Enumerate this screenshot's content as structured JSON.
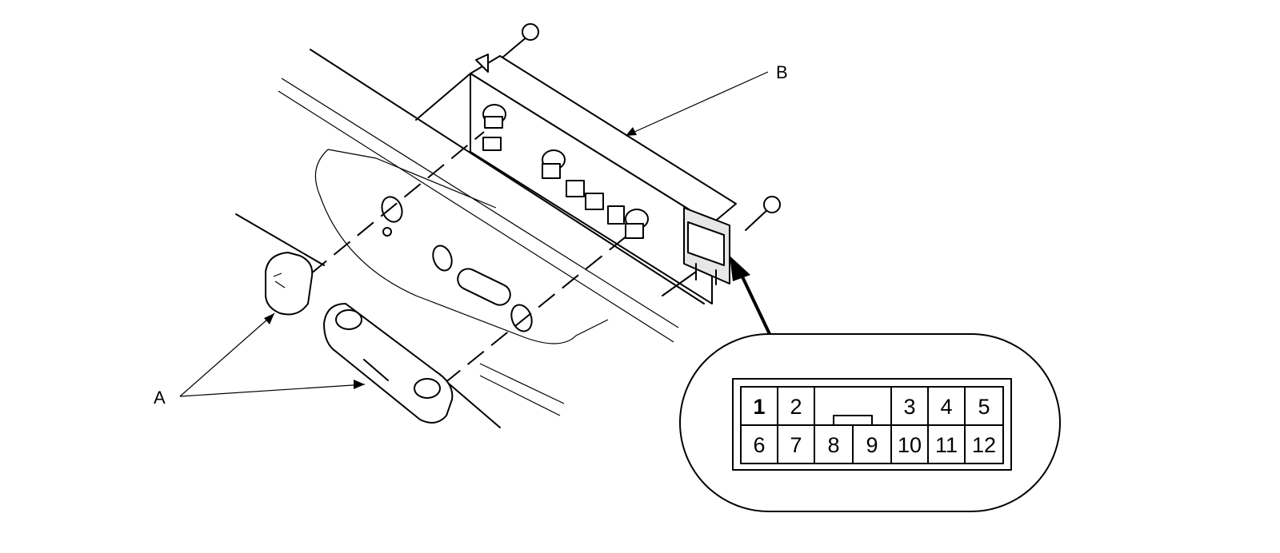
{
  "labels": {
    "a": "A",
    "b": "B"
  },
  "connector": {
    "pins_top": [
      "1",
      "2",
      "3",
      "4",
      "5"
    ],
    "pins_bottom": [
      "6",
      "7",
      "8",
      "9",
      "10",
      "11",
      "12"
    ]
  }
}
